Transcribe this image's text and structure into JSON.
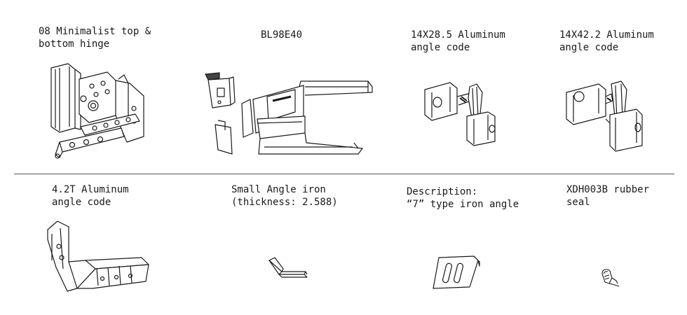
{
  "items": [
    {
      "line1": "08 Minimalist top &",
      "line2": "bottom hinge",
      "icon": "hinge-drawing"
    },
    {
      "line1": "BL98E40",
      "line2": "",
      "icon": "lever-handle-drawing"
    },
    {
      "line1": "14X28.5 Aluminum",
      "line2": "angle code",
      "icon": "angle-code-small-drawing"
    },
    {
      "line1": "14X42.2 Aluminum",
      "line2": "angle code",
      "icon": "angle-code-large-drawing"
    },
    {
      "line1": "4.2T Aluminum",
      "line2": "angle code",
      "icon": "bent-plate-drawing"
    },
    {
      "line1": "Small Angle iron",
      "line2": "(thickness: 2.588)",
      "icon": "small-angle-iron-drawing"
    },
    {
      "line1": "Description:",
      "line2": "“7”  type iron angle",
      "icon": "seven-type-angle-drawing"
    },
    {
      "line1": "XDH003B rubber",
      "line2": "seal",
      "icon": "rubber-seal-drawing"
    }
  ],
  "colors": {
    "line": "#1a1a1a",
    "divider": "#555555"
  }
}
